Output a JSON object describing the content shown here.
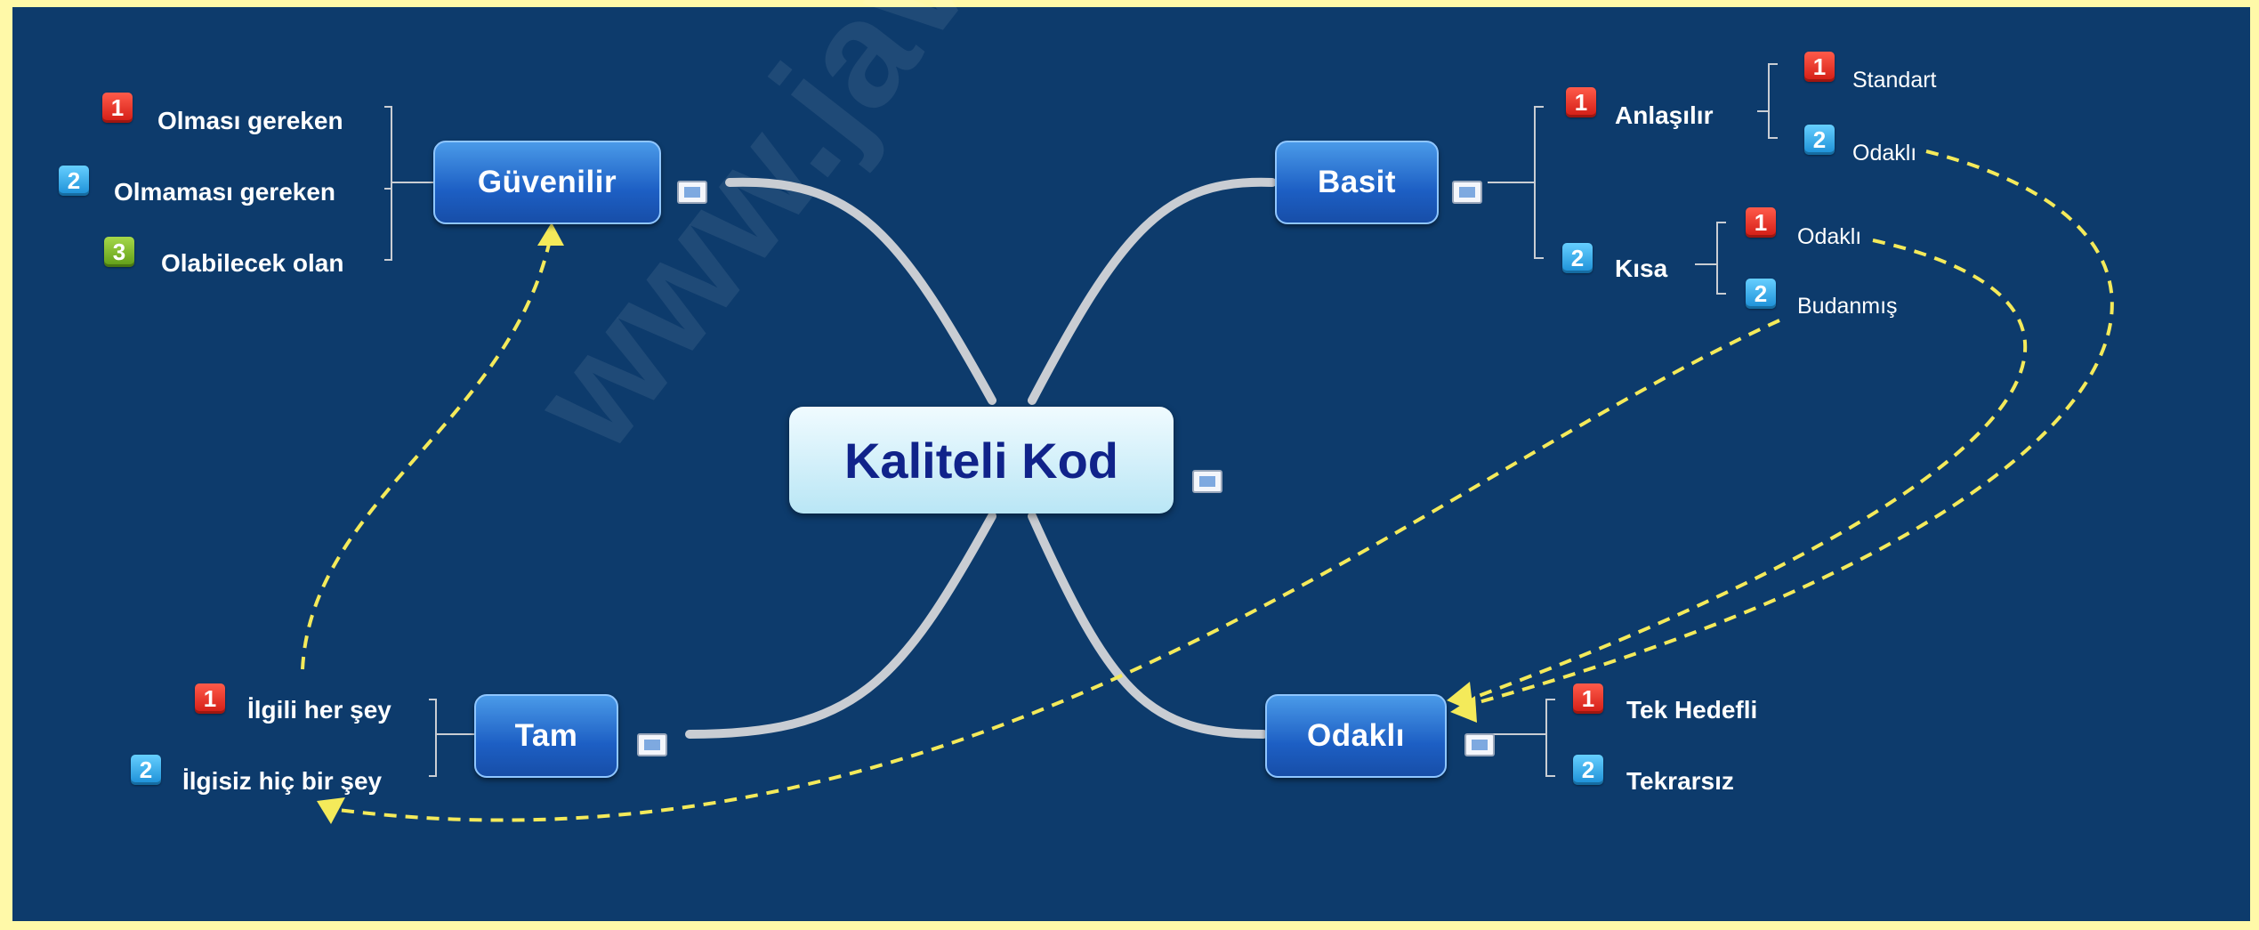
{
  "central": {
    "label": "Kaliteli Kod"
  },
  "branches": {
    "guvenilir": {
      "label": "Güvenilir",
      "items": [
        {
          "num": "1",
          "label": "Olması gereken"
        },
        {
          "num": "2",
          "label": "Olmaması gereken"
        },
        {
          "num": "3",
          "label": "Olabilecek olan"
        }
      ]
    },
    "basit": {
      "label": "Basit",
      "items": [
        {
          "num": "1",
          "label": "Anlaşılır",
          "sub": [
            {
              "num": "1",
              "label": "Standart"
            },
            {
              "num": "2",
              "label": "Odaklı"
            }
          ]
        },
        {
          "num": "2",
          "label": "Kısa",
          "sub": [
            {
              "num": "1",
              "label": "Odaklı"
            },
            {
              "num": "2",
              "label": "Budanmış"
            }
          ]
        }
      ]
    },
    "tam": {
      "label": "Tam",
      "items": [
        {
          "num": "1",
          "label": "İlgili her şey"
        },
        {
          "num": "2",
          "label": "İlgisiz hiç bir şey"
        }
      ]
    },
    "odakli": {
      "label": "Odaklı",
      "items": [
        {
          "num": "1",
          "label": "Tek Hedefli"
        },
        {
          "num": "2",
          "label": "Tekrarsız"
        }
      ]
    }
  },
  "watermark": "www.javatuk.org",
  "colors": {
    "frame": "#fff9a8",
    "background": "#0d3b6c",
    "connector": "#c9cdd3",
    "relationship": "#f4ea5a",
    "badge_1": "#d21b14",
    "badge_2": "#1a8ed6",
    "badge_3": "#5e9c16"
  }
}
